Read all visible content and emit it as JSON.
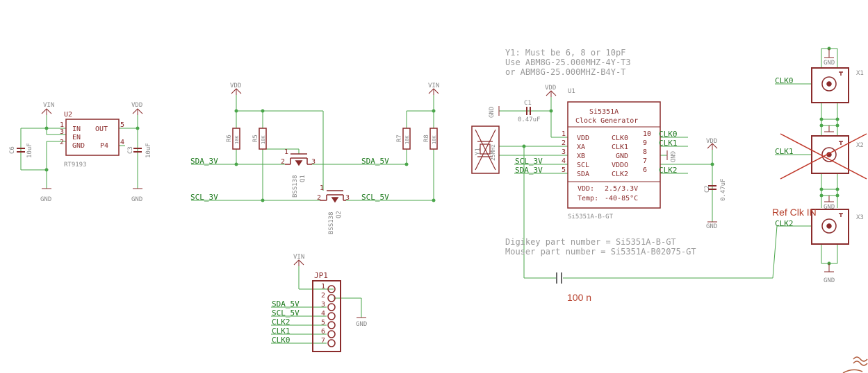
{
  "power": {
    "vin": "VIN",
    "vdd": "VDD",
    "gnd": "GND"
  },
  "regulator": {
    "ref": "U2",
    "part": "RT9193",
    "pins": [
      {
        "num": "1",
        "name": "IN"
      },
      {
        "num": "3",
        "name": "EN"
      },
      {
        "num": "2",
        "name": "GND"
      },
      {
        "num": "5",
        "name": "OUT"
      },
      {
        "num": "4",
        "name": "P4"
      }
    ],
    "c_in": {
      "ref": "C6",
      "value": "10uF"
    },
    "c_out": {
      "ref": "C3",
      "value": "10uF"
    }
  },
  "level_shifter": {
    "resistors": [
      {
        "ref": "R6",
        "value": "10K"
      },
      {
        "ref": "R5",
        "value": "10K"
      },
      {
        "ref": "R7",
        "value": "10K"
      },
      {
        "ref": "R8",
        "value": "10K"
      }
    ],
    "mosfets": [
      {
        "ref": "Q1",
        "part": "BSS138"
      },
      {
        "ref": "Q2",
        "part": "BSS138"
      }
    ],
    "nets": {
      "sda_3v": "SDA_3V",
      "scl_3v": "SCL_3V",
      "sda_5v": "SDA_5V",
      "scl_5v": "SCL_5V"
    },
    "pin_nums": [
      "1",
      "2",
      "3"
    ]
  },
  "header": {
    "ref": "JP1",
    "pins": [
      {
        "num": "1",
        "net": ""
      },
      {
        "num": "2",
        "net": ""
      },
      {
        "num": "3",
        "net": "SDA_5V"
      },
      {
        "num": "4",
        "net": "SCL_5V"
      },
      {
        "num": "5",
        "net": "CLK2"
      },
      {
        "num": "6",
        "net": "CLK1"
      },
      {
        "num": "7",
        "net": "CLK0"
      }
    ]
  },
  "clock_gen": {
    "note_lines": [
      "Y1: Must be 6, 8 or 10pF",
      "Use ABM8G-25.000MHZ-4Y-T3",
      "or ABM8G-25.000MHZ-B4Y-T"
    ],
    "ref": "U1",
    "title_1": "Si5351A",
    "title_2": "Clock Generator",
    "left_pins": [
      {
        "num": "1",
        "name": "VDD"
      },
      {
        "num": "2",
        "name": "XA"
      },
      {
        "num": "3",
        "name": "XB"
      },
      {
        "num": "4",
        "name": "SCL"
      },
      {
        "num": "5",
        "name": "SDA"
      }
    ],
    "right_pins": [
      {
        "num": "10",
        "name": "CLK0",
        "net": "CLK0"
      },
      {
        "num": "9",
        "name": "CLK1",
        "net": "CLK1"
      },
      {
        "num": "8",
        "name": "GND",
        "net": ""
      },
      {
        "num": "7",
        "name": "VDDO",
        "net": ""
      },
      {
        "num": "6",
        "name": "CLK2",
        "net": "CLK2"
      }
    ],
    "vdd_spec": "VDD:",
    "vdd_value": "2.5/3.3V",
    "temp_spec": "Temp:",
    "temp_value": "-40-85°C",
    "part_number": "Si5351A-B-GT",
    "c1": {
      "ref": "C1",
      "value": "0.47uF"
    },
    "c2": {
      "ref": "C2",
      "value": "0.47uF"
    },
    "crystal": {
      "ref": "Y1",
      "value": "25MHz"
    },
    "left_nets": {
      "scl": "SCL_3V",
      "sda": "SDA_3V"
    },
    "gnd_left": "GND",
    "gnd_pin8": "GND",
    "digikey_line": "Digikey part number = Si5351A-B-GT",
    "mouser_line": "Mouser part number = Si5351A-B02075-GT"
  },
  "connectors": [
    {
      "ref": "X1",
      "net": "CLK0",
      "struck": false
    },
    {
      "ref": "X2",
      "net": "CLK1",
      "struck": true
    },
    {
      "ref": "X3",
      "net": "CLK2",
      "struck": false
    }
  ],
  "annotations": {
    "ref_clk_in": "Ref Clk IN",
    "cap_value": "100 n"
  },
  "colors": {
    "component": "#8a2b2b",
    "wire": "#4aa64a",
    "text_grey": "#888888",
    "annotation": "#b7412d"
  }
}
